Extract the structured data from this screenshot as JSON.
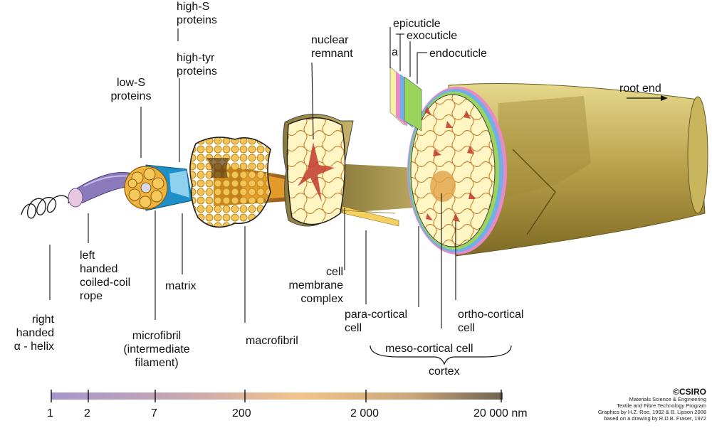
{
  "labels": {
    "high_s": "high-S\nproteins",
    "high_tyr": "high-tyr\nproteins",
    "low_s": "low-S\nproteins",
    "nuclear": "nuclear\nremnant",
    "epicuticle": "epicuticle",
    "a": "a",
    "exocuticle": "exocuticle",
    "endocuticle": "endocuticle",
    "root_end": "root end",
    "right_handed": "right\nhanded\nα - helix",
    "left_handed": "left\nhanded\ncoiled-coil\nrope",
    "matrix": "matrix",
    "microfibril": "microfibril\n(intermediate\nfilament)",
    "macrofibril": "macrofibril",
    "cell_membrane": "cell\nmembrane\ncomplex",
    "para_cortical": "para-cortical\ncell",
    "ortho_cortical": "ortho-cortical\ncell",
    "meso_cortical": "meso-cortical cell",
    "cortex": "cortex"
  },
  "scale": {
    "ticks": [
      "1",
      "2",
      "7",
      "200",
      "2 000",
      "20 000 nm"
    ]
  },
  "credit": {
    "copyright": "©CSIRO",
    "lines": "Materials Science & Engineering\nTextile and Fibre Technology Program\nGraphics by H.Z. Roe, 1992 & B. Lipson 2008\nbased on a drawing by R.D.B. Fraser, 1972"
  },
  "colors": {
    "helix_purple": "#8b7bbd",
    "microfibril_orange": "#f0b43c",
    "matrix_blue": "#1e8fc8",
    "cortex_yellow": "#fff4b8",
    "nucleus_red": "#c0392b",
    "fiber_olive": "#b8a24a",
    "scale_start": "#9b8ac4",
    "scale_end": "#7a6a50"
  }
}
